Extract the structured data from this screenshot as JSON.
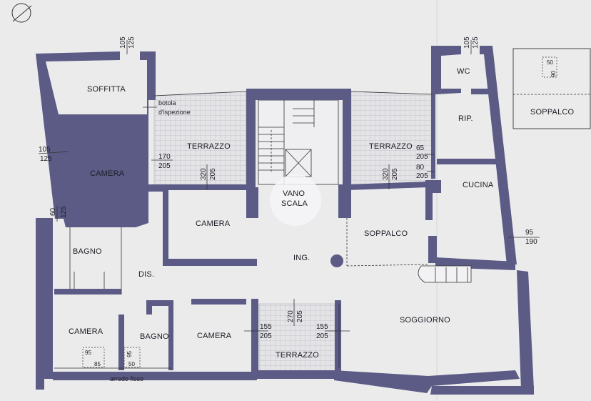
{
  "colors": {
    "wall": "#5b5b86",
    "paper": "#ecebec",
    "tile_grid": "#bdbcc4",
    "label": "#1c1c24"
  },
  "rooms": {
    "soffitta": "SOFFITTA",
    "camera_nw": "CAMERA",
    "camera_center": "CAMERA",
    "camera_sw": "CAMERA",
    "camera_s": "CAMERA",
    "bagno_w": "BAGNO",
    "bagno_s": "BAGNO",
    "dis": "DIS.",
    "ing": "ING.",
    "soppalco_main": "SOPPALCO",
    "soppalco_box": "SOPPALCO",
    "soggiorno": "SOGGIORNO",
    "cucina": "CUCINA",
    "wc": "WC",
    "rip": "RIP.",
    "terrazzo_left": "TERRAZZO",
    "terrazzo_right": "TERRAZZO",
    "terrazzo_bottom": "TERRAZZO",
    "vano_scala_1": "VANO",
    "vano_scala_2": "SCALA"
  },
  "notes": {
    "botola_1": "botola",
    "botola_2": "d'ispezione",
    "arredo": "arredo fisso"
  },
  "dimensions": {
    "d_top_left_a": "105",
    "d_top_left_b": "125",
    "d_top_right_a": "105",
    "d_top_right_b": "125",
    "d_left_a": "105",
    "d_left_b": "125",
    "d_170": "170",
    "d_205_a": "205",
    "d_320_l": "320",
    "d_205_l": "205",
    "d_320_r": "320",
    "d_205_r": "205",
    "d_65": "65",
    "d_205_b": "205",
    "d_80": "80",
    "d_205_c": "205",
    "d_60": "60",
    "d_125_c": "125",
    "d_95": "95",
    "d_190": "190",
    "d_270": "270",
    "d_205_d": "205",
    "d_155_l": "155",
    "d_205_e": "205",
    "d_155_r": "155",
    "d_205_f": "205",
    "d_95_box_a": "95",
    "d_85": "85",
    "d_95_box_b": "95",
    "d_50_b": "50",
    "d_50_top": "50",
    "d_90_top": "90"
  }
}
